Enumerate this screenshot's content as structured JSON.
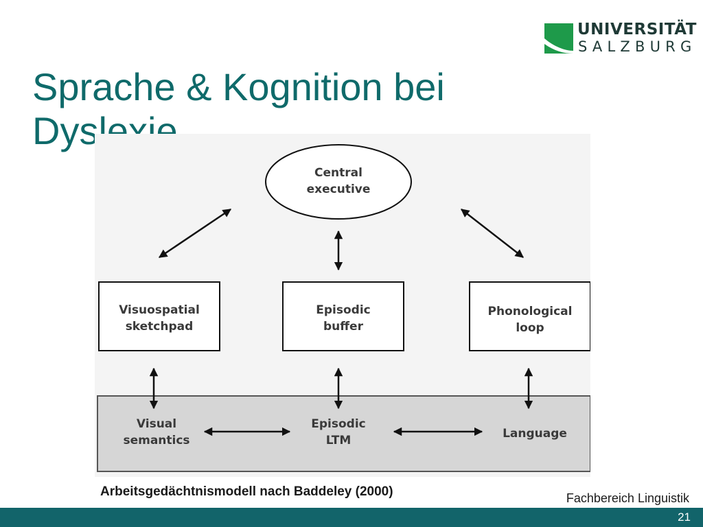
{
  "slide": {
    "title": "Sprache & Kognition bei Dyslexie",
    "caption": "Arbeitsgedächtnismodell nach Baddeley (2000)",
    "department": "Fachbereich Linguistik",
    "page_number": "21"
  },
  "logo": {
    "line1": "UNIVERSITÄT",
    "line2": "SALZBURG",
    "color": "#1f3a36",
    "mark_color": "#1e9a4a"
  },
  "colors": {
    "title": "#0f6a6a",
    "footer_bar": "#12646a",
    "ltm_band": "#d6d6d6"
  },
  "diagram": {
    "central_executive": [
      "Central",
      "executive"
    ],
    "visuospatial_sketchpad": [
      "Visuospatial",
      "sketchpad"
    ],
    "episodic_buffer": [
      "Episodic",
      "buffer"
    ],
    "phonological_loop": [
      "Phonological",
      "loop"
    ],
    "visual_semantics": [
      "Visual",
      "semantics"
    ],
    "episodic_ltm": [
      "Episodic",
      "LTM"
    ],
    "language": [
      "Language"
    ]
  }
}
